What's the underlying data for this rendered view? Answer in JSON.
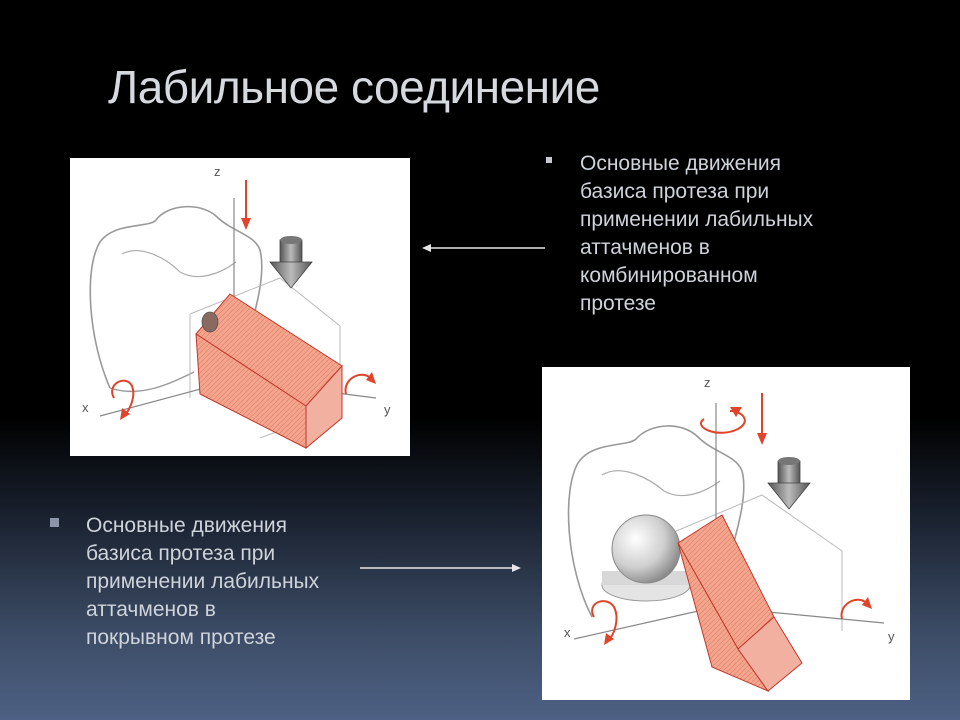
{
  "slide": {
    "title": "Лабильное соединение",
    "bullets": [
      {
        "lines": [
          "Основные движения",
          "базиса протеза при",
          "применении лабильных",
          "аттачменов в",
          "комбинированном",
          "протезе"
        ]
      },
      {
        "lines": [
          "Основные движения",
          "базиса протеза при",
          "применении лабильных",
          "аттачменов в",
          "покрывном протезе"
        ]
      }
    ],
    "figure1": {
      "axis_z": "z",
      "axis_x": "x",
      "axis_y": "y"
    },
    "figure2": {
      "axis_z": "z",
      "axis_x": "x",
      "axis_y": "y"
    },
    "colors": {
      "arrow_red": "#e0442a",
      "block_fill": "#f3a08a",
      "block_stroke": "#c0392b",
      "text": "#cfd3da"
    }
  }
}
